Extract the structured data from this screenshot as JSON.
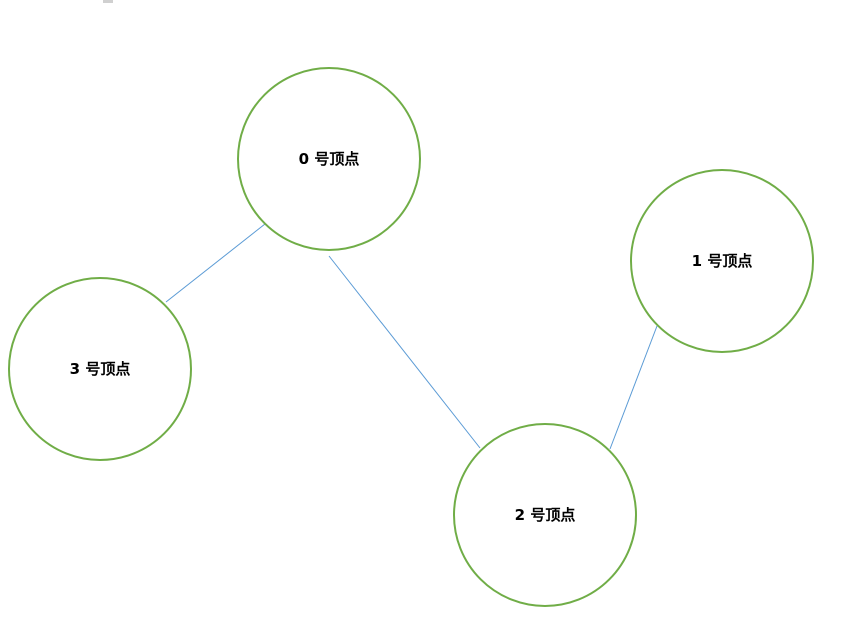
{
  "diagram": {
    "colors": {
      "node_stroke": "#70ad47",
      "edge_stroke": "#5b9bd5",
      "label": "#000000"
    },
    "nodes": [
      {
        "id": "0",
        "label": "0 号顶点"
      },
      {
        "id": "1",
        "label": "1 号顶点"
      },
      {
        "id": "2",
        "label": "2 号顶点"
      },
      {
        "id": "3",
        "label": "3 号顶点"
      }
    ],
    "edges": [
      {
        "from": "0",
        "to": "3"
      },
      {
        "from": "0",
        "to": "2"
      },
      {
        "from": "1",
        "to": "2"
      }
    ]
  }
}
